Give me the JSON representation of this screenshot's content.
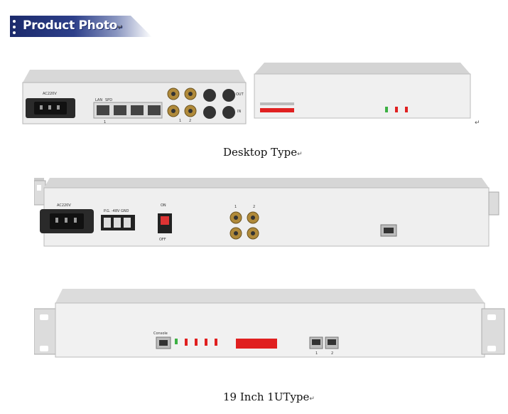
{
  "header": {
    "title": "Product Photo",
    "return_mark": "↵"
  },
  "captions": {
    "desktop": "Desktop Type",
    "rack": "19 Inch 1UType",
    "return_mark": "↵"
  },
  "desktop_rear_labels": {
    "power": "AC220V",
    "lan": "LAN",
    "wan": "SPD",
    "port1": "1",
    "port2": "2",
    "out": "OUT",
    "in": "IN"
  },
  "rack_rear_labels": {
    "power": "AC220V",
    "terminal": "P.G. -48V GND",
    "switch_on": "ON",
    "switch_off": "OFF",
    "bnc1": "1",
    "bnc2": "2"
  },
  "rack_front_labels": {
    "console": "Console",
    "eth1": "1",
    "eth2": "2"
  },
  "colors": {
    "banner": "#1b2a6b",
    "chassis": "#e6e6e6",
    "led_red": "#e02020",
    "led_green": "#3cb043"
  }
}
